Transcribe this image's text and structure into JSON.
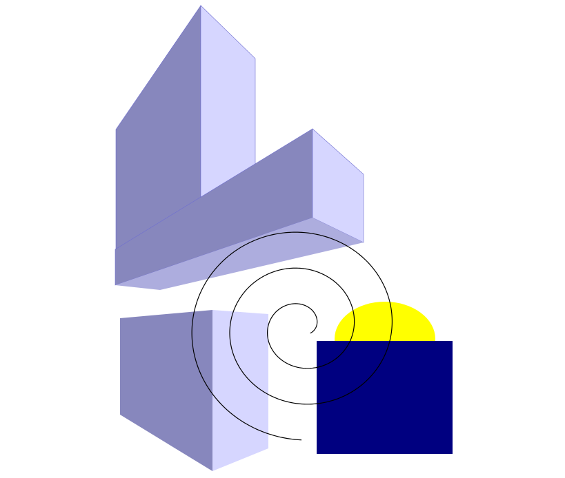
{
  "colors": {
    "background": "#ffffff",
    "face_dark": "#8787bd",
    "face_light": "#d6d6ff",
    "face_mid": "#adadde",
    "edge": "#7070d0",
    "sun": "#ffff00",
    "block": "#000080",
    "spiral": "#000000"
  },
  "shapes": {
    "tall_prism": "tall-prism",
    "slab_prism": "slab-prism",
    "cube_prism": "cube-prism",
    "sun": "yellow-ellipse",
    "block": "navy-rectangle",
    "spiral": "spiral-curve"
  }
}
